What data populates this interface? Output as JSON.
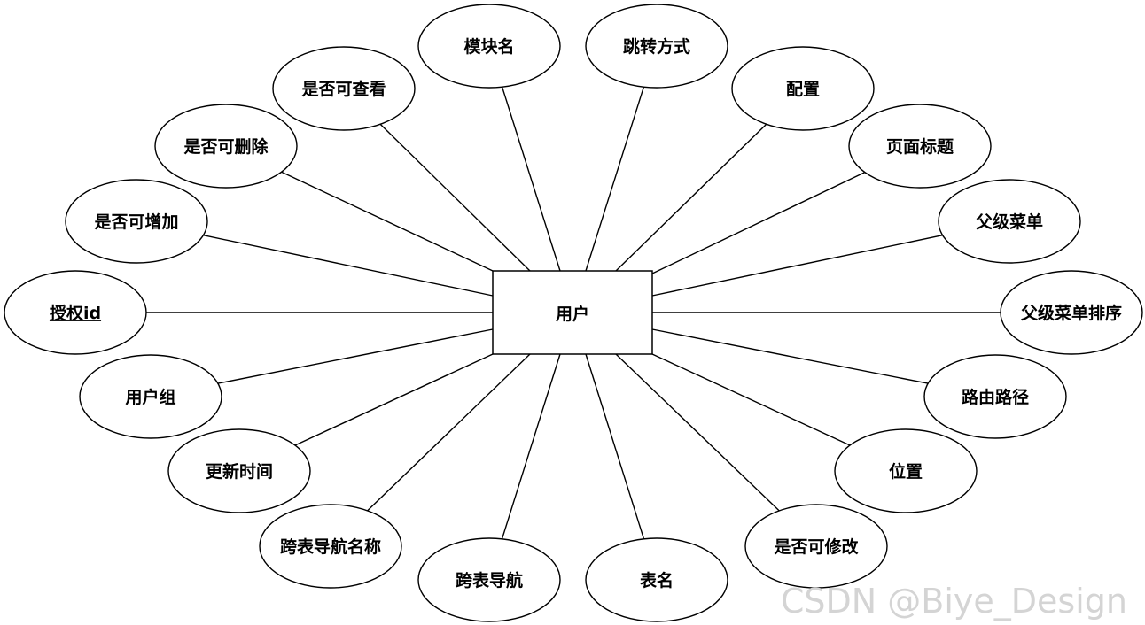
{
  "entity": {
    "name": "用户"
  },
  "attributes": [
    {
      "label": "模块名",
      "key": false
    },
    {
      "label": "跳转方式",
      "key": false
    },
    {
      "label": "是否可查看",
      "key": false
    },
    {
      "label": "配置",
      "key": false
    },
    {
      "label": "是否可删除",
      "key": false
    },
    {
      "label": "页面标题",
      "key": false
    },
    {
      "label": "是否可增加",
      "key": false
    },
    {
      "label": "父级菜单",
      "key": false
    },
    {
      "label": "授权id",
      "key": true
    },
    {
      "label": "父级菜单排序",
      "key": false
    },
    {
      "label": "用户组",
      "key": false
    },
    {
      "label": "路由路径",
      "key": false
    },
    {
      "label": "更新时间",
      "key": false
    },
    {
      "label": "位置",
      "key": false
    },
    {
      "label": "跨表导航名称",
      "key": false
    },
    {
      "label": "是否可修改",
      "key": false
    },
    {
      "label": "跨表导航",
      "key": false
    },
    {
      "label": "表名",
      "key": false
    }
  ],
  "watermark": "CSDN @Biye_Design"
}
